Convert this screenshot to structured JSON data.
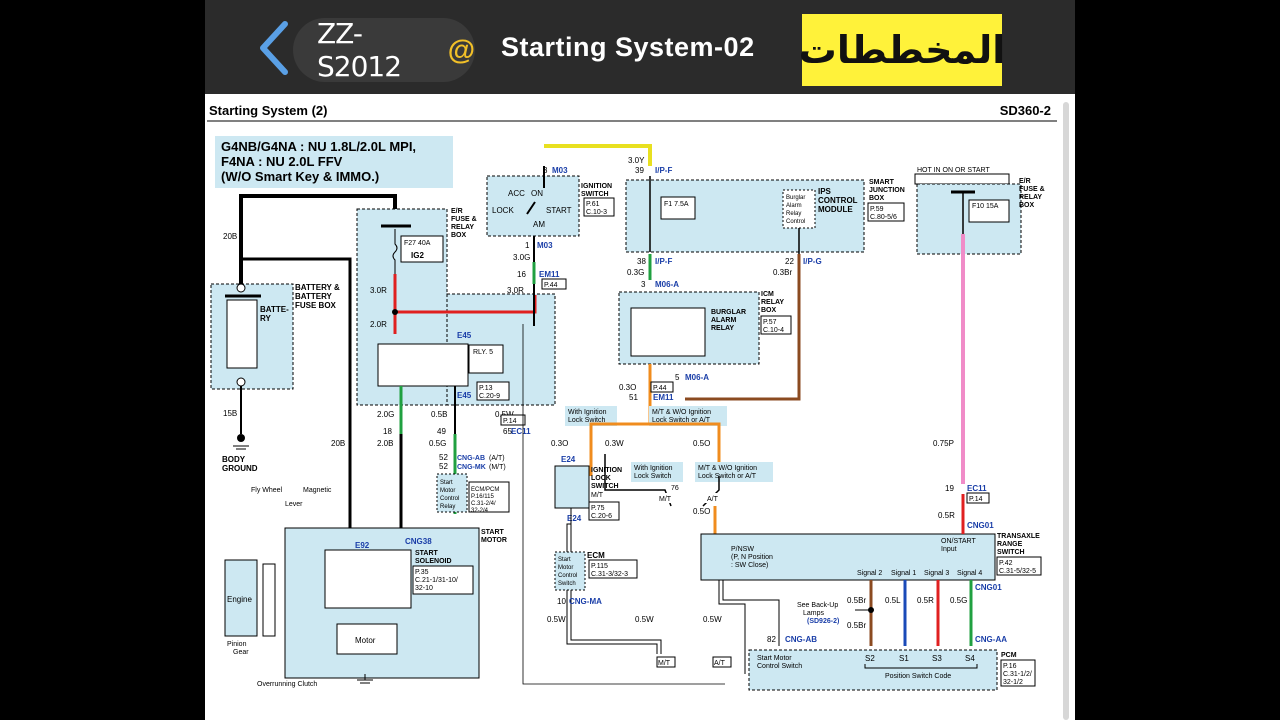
{
  "header": {
    "back_icon": "chevron-left-icon",
    "username": "ZZ-S2012",
    "at_symbol": "@",
    "title": "Starting System-02",
    "badge": "المخططات"
  },
  "colors": {
    "topbar": "#2b2b2b",
    "accent": "#f2c028",
    "badge": "#fff23a",
    "box_fill": "#cde8f2"
  },
  "diagram": {
    "title": "Starting System (2)",
    "code": "SD360-2",
    "engine_lines": [
      "G4NB/G4NA : NU 1.8L/2.0L MPI,",
      "F4NA : NU 2.0L FFV",
      "(W/O Smart Key & IMMO.)"
    ],
    "battery": {
      "label_lines": [
        "BATTERY &",
        "BATTERY",
        "FUSE BOX"
      ],
      "cell": [
        "BATTE-",
        "RY"
      ],
      "wire_top": "20B",
      "wire_bottom": "15B",
      "ground": [
        "BODY",
        "GROUND"
      ],
      "wire_to_motor": "20B"
    },
    "er_fuse": {
      "label_lines": [
        "E/R",
        "FUSE &",
        "RELAY",
        "BOX"
      ],
      "fuse": "F27 40A",
      "fuse_name": "IG2",
      "relay": "RLY. 5",
      "conn": "E45",
      "ref": [
        "P.13",
        "C.20-9"
      ]
    },
    "ignition_switch": {
      "label_lines": [
        "IGNITION",
        "SWITCH"
      ],
      "positions": [
        "ACC",
        "ON",
        "LOCK",
        "START",
        "AM"
      ],
      "conn": "M03",
      "ref": [
        "P.61",
        "C.10-3"
      ]
    },
    "smart_jb": {
      "label_lines": [
        "SMART",
        "JUNCTION",
        "BOX"
      ],
      "fuse": "F1 7.5A",
      "ips": [
        "IPS",
        "CONTROL",
        "MODULE"
      ],
      "burglar": [
        "Burglar",
        "Alarm",
        "Relay",
        "Control"
      ],
      "ref": [
        "P.59",
        "C.80-5/6"
      ]
    },
    "icm": {
      "label_lines": [
        "ICM",
        "RELAY",
        "BOX"
      ],
      "relay": [
        "BURGLAR",
        "ALARM",
        "RELAY"
      ],
      "conn_top": "M06-A",
      "conn_bottom": "M06-A",
      "ref": [
        "P.57",
        "C.10-4"
      ]
    },
    "er_fuse2": {
      "header": "HOT IN ON OR START",
      "label_lines": [
        "E/R",
        "FUSE &",
        "RELAY",
        "BOX"
      ],
      "fuse": "F10 15A"
    },
    "wires": {
      "w30y": "3.0Y",
      "w30g": "3.0G",
      "w30r_a": "3.0R",
      "w30r_b": "3.0R",
      "w20r": "2.0R",
      "w20g": "2.0G",
      "w05b": "0.5B",
      "w05w": "0.5W",
      "w05g": "0.5G",
      "w20b": "2.0B",
      "w03g": "0.3G",
      "w03br": "0.3Br",
      "w03o": "0.3O",
      "w03o2": "0.3O",
      "w03w": "0.3W",
      "w05o": "0.5O",
      "w05o2": "0.5O",
      "w075p": "0.75P",
      "w05r": "0.5R",
      "w05w_a": "0.5W",
      "w05w_b": "0.5W",
      "w05w_c": "0.5W",
      "w05br": "0.5Br",
      "w05l": "0.5L",
      "w05r2": "0.5R",
      "w05g2": "0.5G",
      "w05br2": "0.5Br"
    },
    "connectors": {
      "m03": "M03",
      "ipf": "I/P-F",
      "ipg": "I/P-G",
      "em11": "EM11",
      "em11b": "EM11",
      "ec11": "EC11",
      "ec11b": "EC11",
      "e24": "E24",
      "e24b": "E24",
      "e92": "E92",
      "cng38": "CNG38",
      "cngab": "CNG-AB",
      "cngmk": "CNG-MK",
      "cngma": "CNG-MA",
      "cng01": "CNG01",
      "cng01b": "CNG01",
      "cngaa": "CNG-AA",
      "cngab2": "CNG-AB",
      "e45b": "E45"
    },
    "refs": {
      "p44": "P.44",
      "p44b": "P.44",
      "p14": "P.14",
      "p14b": "P.14"
    },
    "pins": {
      "p3a": "3",
      "p39": "39",
      "p1a": "1",
      "p16": "16",
      "p38": "38",
      "p22": "22",
      "p3b": "3",
      "p5": "5",
      "p51": "51",
      "p49": "49",
      "p52a": "52",
      "p52b": "52",
      "p65": "65",
      "p18": "18",
      "p19": "19",
      "p76": "76",
      "p82": "82",
      "p10": "10"
    },
    "labels": {
      "with_ign": [
        "With Ignition",
        "Lock Switch"
      ],
      "mt_wo": [
        "M/T & W/O Ignition",
        "Lock Switch or A/T"
      ],
      "with_ign2": [
        "With Ignition",
        "Lock Switch"
      ],
      "mt_wo2": [
        "M/T & W/O Ignition",
        "Lock Switch or A/T"
      ],
      "mt": "M/T",
      "at": "A/T",
      "mt2": "M/T",
      "at2": "A/T",
      "ign_lock": [
        "IGNITION",
        "LOCK",
        "SWITCH",
        "M/T"
      ],
      "ign_lock_ref": [
        "P.75",
        "C.20-6"
      ],
      "ecm_pcm": [
        "ECM/PCM",
        "P.16/115",
        "C.31-2/4/",
        "32-2/4"
      ],
      "start_motor_relay": [
        "Start",
        "Motor",
        "Control",
        "Relay"
      ],
      "cngab_at": "(A/T)",
      "cngmk_mt": "(M/T)",
      "ecm": [
        "ECM",
        "P.115",
        "C.31-3/32-3"
      ],
      "start_motor_sw": [
        "Start",
        "Motor",
        "Control",
        "Switch"
      ],
      "start_motor": [
        "START",
        "MOTOR"
      ],
      "solenoid": [
        "START",
        "SOLENOID",
        "P.35",
        "C.21-1/31-10/",
        "32-10"
      ],
      "flywheel": "Fly Wheel",
      "lever": "Lever",
      "magnetic": "Magnetic",
      "engine": "Engine",
      "pinion": [
        "Pinion",
        "Gear"
      ],
      "motor": "Motor",
      "overrunning": "Overrunning Clutch",
      "tr_switch": [
        "TRANSAXLE",
        "RANGE",
        "SWITCH",
        "P.42",
        "C.31-5/32-5"
      ],
      "pnsw": [
        "P/NSW",
        "(P, N Position",
        ": SW Close)"
      ],
      "on_start": [
        "ON/START",
        "Input"
      ],
      "signals": [
        "Signal 2",
        "Signal 1",
        "Signal 3",
        "Signal 4"
      ],
      "see_backup": [
        "See Back-Up",
        "Lamps",
        "(SD926-2)"
      ],
      "pcm": [
        "PCM",
        "P.16",
        "C.31-1/2/",
        "32-1/2"
      ],
      "start_ctrl": [
        "Start Motor",
        "Control Switch"
      ],
      "pos_switch": [
        "S2",
        "S1",
        "S3",
        "S4",
        "Position Switch Code"
      ]
    }
  }
}
